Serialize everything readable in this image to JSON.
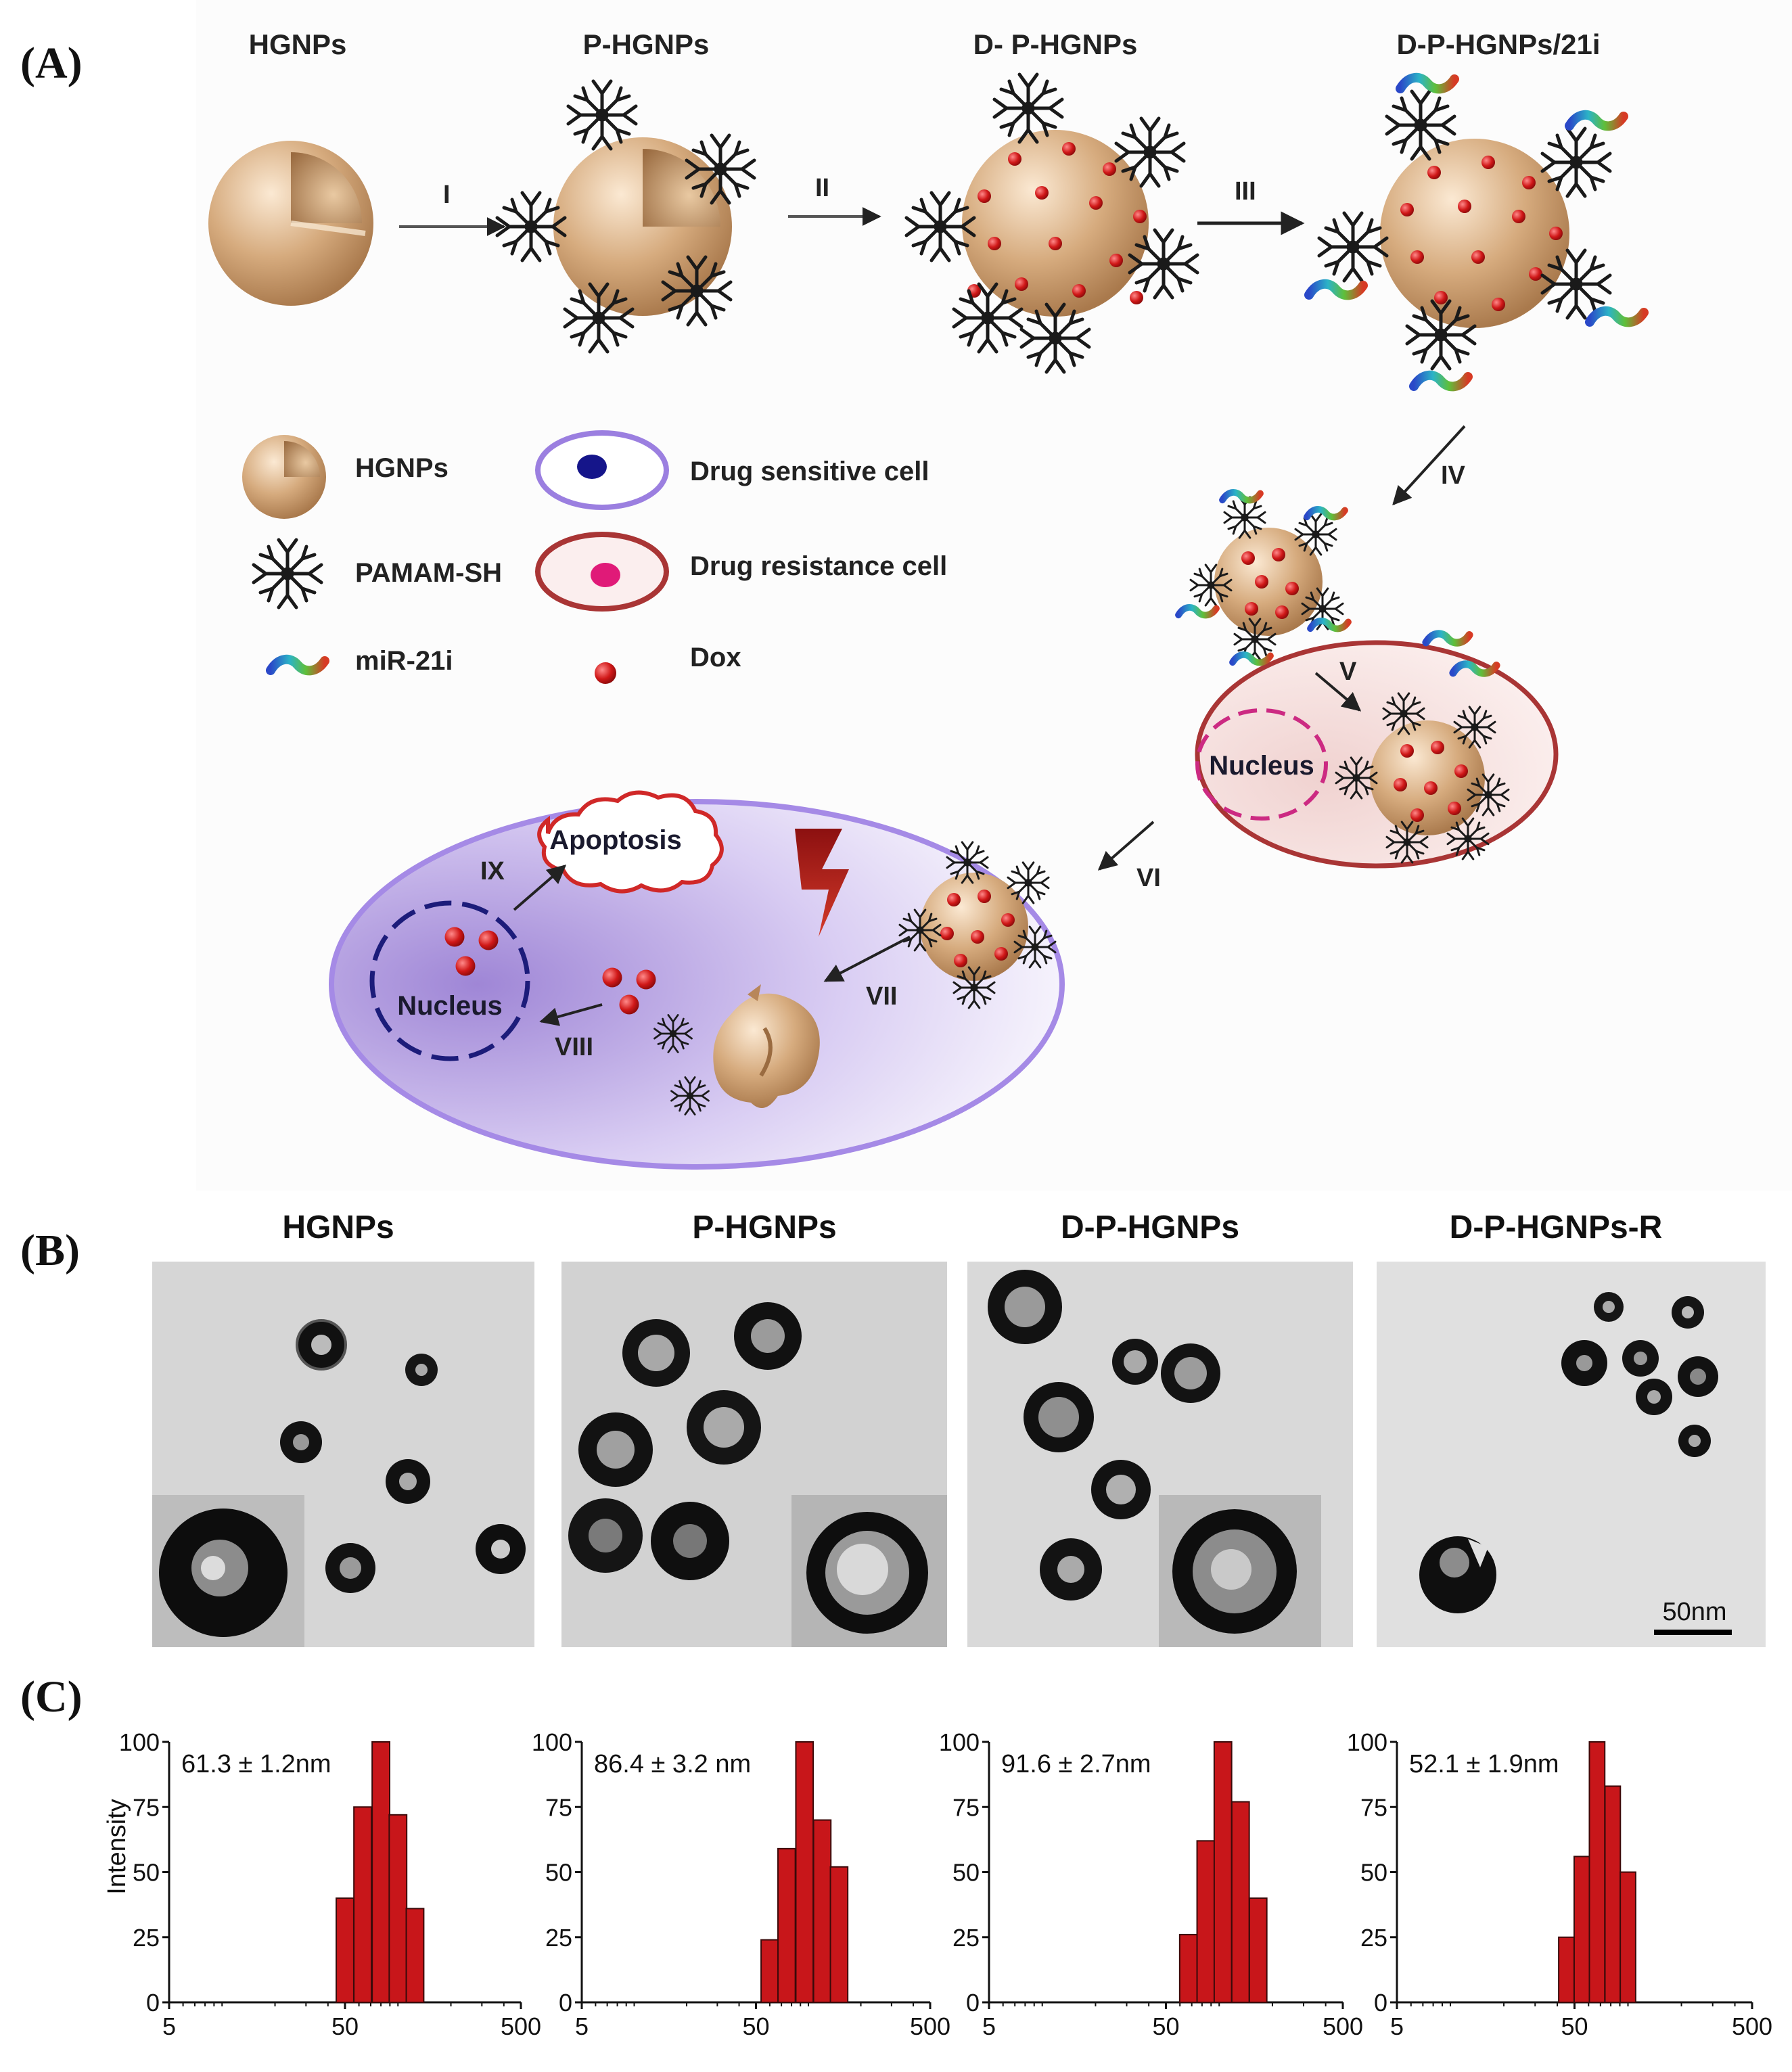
{
  "panels": {
    "a": "(A)",
    "b": "(B)",
    "c": "(C)"
  },
  "schematic": {
    "stage_labels": [
      "HGNPs",
      "P-HGNPs",
      "D- P-HGNPs",
      "D-P-HGNPs/21i"
    ],
    "steps": [
      "I",
      "II",
      "III",
      "IV",
      "V",
      "VI",
      "VII",
      "VIII",
      "IX"
    ],
    "legend": {
      "hgnps": "HGNPs",
      "pamam": "PAMAM-SH",
      "mir": "miR-21i",
      "sensitive": "Drug sensitive cell",
      "resistance": "Drug resistance cell",
      "dox": "Dox"
    },
    "nucleus": "Nucleus",
    "apoptosis": "Apoptosis",
    "colors": {
      "shell": "#cfa47a",
      "dox": "#d01818",
      "sensitive_cell": "#9b7fe0",
      "resistance_cell": "#a93535"
    }
  },
  "tem": {
    "titles": [
      "HGNPs",
      "P-HGNPs",
      "D-P-HGNPs",
      "D-P-HGNPs-R"
    ],
    "scale_bar": "50nm"
  },
  "chart_data": [
    {
      "type": "bar",
      "categories": [
        50,
        63,
        80,
        100,
        125
      ],
      "values": [
        40,
        75,
        100,
        72,
        36
      ],
      "annotation": "61.3 ± 1.2nm",
      "xlabel": "",
      "ylabel": "Intensity",
      "xscale": "log",
      "xlim": [
        5,
        500
      ],
      "ylim": [
        0,
        100
      ],
      "xticks": [
        5,
        50,
        500
      ],
      "yticks": [
        0,
        25,
        50,
        75,
        100
      ]
    },
    {
      "type": "bar",
      "categories": [
        60,
        75,
        95,
        120,
        150
      ],
      "values": [
        24,
        59,
        100,
        70,
        52
      ],
      "annotation": "86.4 ± 3.2 nm",
      "xlabel": "",
      "ylabel": "",
      "xscale": "log",
      "xlim": [
        5,
        500
      ],
      "ylim": [
        0,
        100
      ],
      "xticks": [
        5,
        50,
        500
      ],
      "yticks": [
        0,
        25,
        50,
        75,
        100
      ]
    },
    {
      "type": "bar",
      "categories": [
        67,
        84,
        105,
        132,
        166
      ],
      "values": [
        26,
        62,
        100,
        77,
        40
      ],
      "annotation": "91.6 ± 2.7nm",
      "xlabel": "",
      "ylabel": "",
      "xscale": "log",
      "xlim": [
        5,
        500
      ],
      "ylim": [
        0,
        100
      ],
      "xticks": [
        5,
        50,
        500
      ],
      "yticks": [
        0,
        25,
        50,
        75,
        100
      ]
    },
    {
      "type": "bar",
      "categories": [
        45,
        55,
        67,
        82,
        100
      ],
      "values": [
        25,
        56,
        100,
        83,
        50
      ],
      "annotation": "52.1 ± 1.9nm",
      "xlabel": "",
      "ylabel": "",
      "xscale": "log",
      "xlim": [
        5,
        500
      ],
      "ylim": [
        0,
        100
      ],
      "xticks": [
        5,
        50,
        500
      ],
      "yticks": [
        0,
        25,
        50,
        75,
        100
      ]
    }
  ]
}
